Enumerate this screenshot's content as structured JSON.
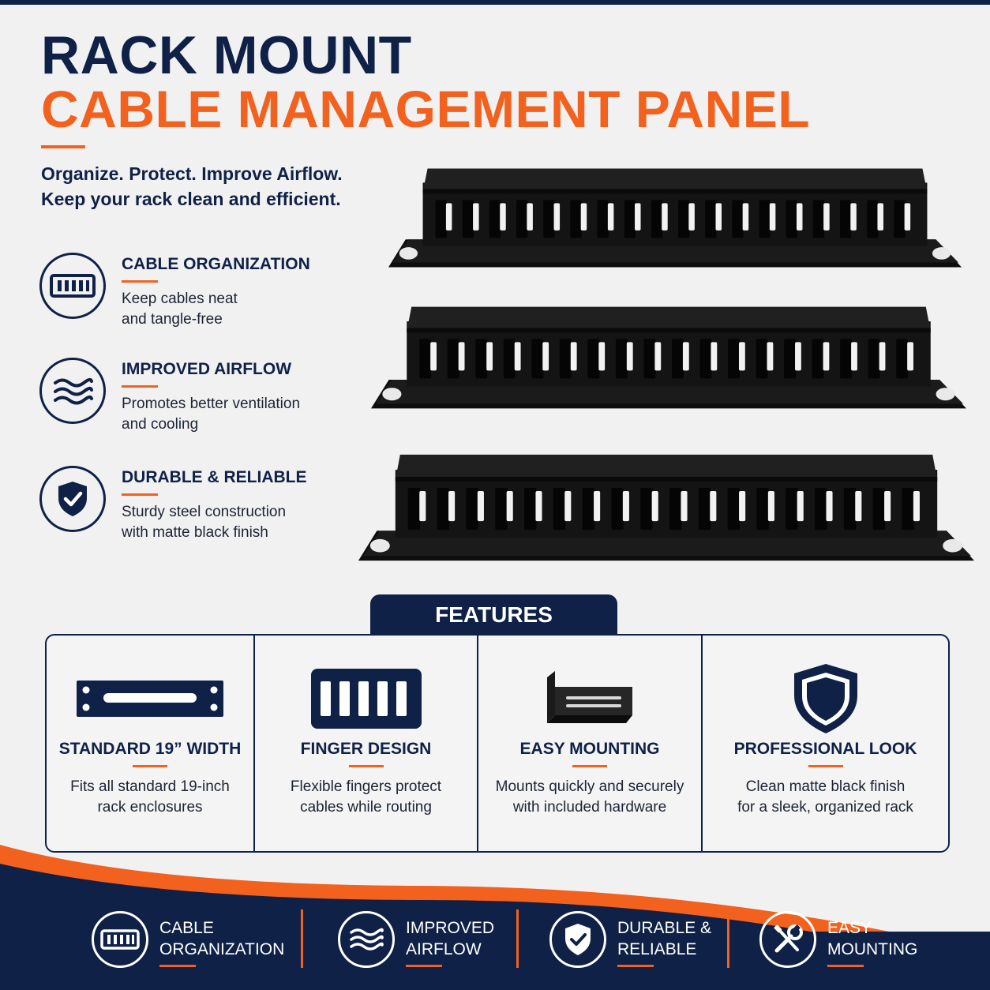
{
  "header": {
    "title_line1": "RACK MOUNT",
    "title_line2": "CABLE MANAGEMENT PANEL",
    "tagline_line1": "Organize. Protect. Improve Airflow.",
    "tagline_line2": "Keep your rack clean and efficient."
  },
  "benefits": [
    {
      "title": "CABLE ORGANIZATION",
      "desc_line1": "Keep cables neat",
      "desc_line2": "and tangle-free",
      "icon": "cable-organizer-icon"
    },
    {
      "title": "IMPROVED AIRFLOW",
      "desc_line1": "Promotes better ventilation",
      "desc_line2": "and cooling",
      "icon": "airflow-icon"
    },
    {
      "title": "DURABLE & RELIABLE",
      "desc_line1": "Sturdy steel construction",
      "desc_line2": "with matte black finish",
      "icon": "shield-check-icon"
    }
  ],
  "features": {
    "heading": "FEATURES",
    "items": [
      {
        "title": "STANDARD 19” WIDTH",
        "desc_line1": "Fits all standard 19-inch",
        "desc_line2": "rack enclosures",
        "icon": "rack-bracket-icon"
      },
      {
        "title": "FINGER DESIGN",
        "desc_line1": "Flexible fingers protect",
        "desc_line2": "cables while routing",
        "icon": "finger-slots-icon"
      },
      {
        "title": "EASY MOUNTING",
        "desc_line1": "Mounts quickly and securely",
        "desc_line2": "with included hardware",
        "icon": "mounting-bracket-icon"
      },
      {
        "title": "PROFESSIONAL LOOK",
        "desc_line1": "Clean matte black finish",
        "desc_line2": "for a sleek, organized rack",
        "icon": "shield-icon"
      }
    ]
  },
  "footer": [
    {
      "line1": "CABLE",
      "line2": "ORGANIZATION",
      "icon": "cable-organizer-icon"
    },
    {
      "line1": "IMPROVED",
      "line2": "AIRFLOW",
      "icon": "airflow-icon"
    },
    {
      "line1": "DURABLE &",
      "line2": "RELIABLE",
      "icon": "shield-check-icon"
    },
    {
      "line1": "EASY",
      "line2": "MOUNTING",
      "icon": "tools-icon"
    }
  ],
  "colors": {
    "navy": "#0f2147",
    "orange": "#f2621e",
    "background": "#f1f1f2",
    "panel": "#141414"
  }
}
